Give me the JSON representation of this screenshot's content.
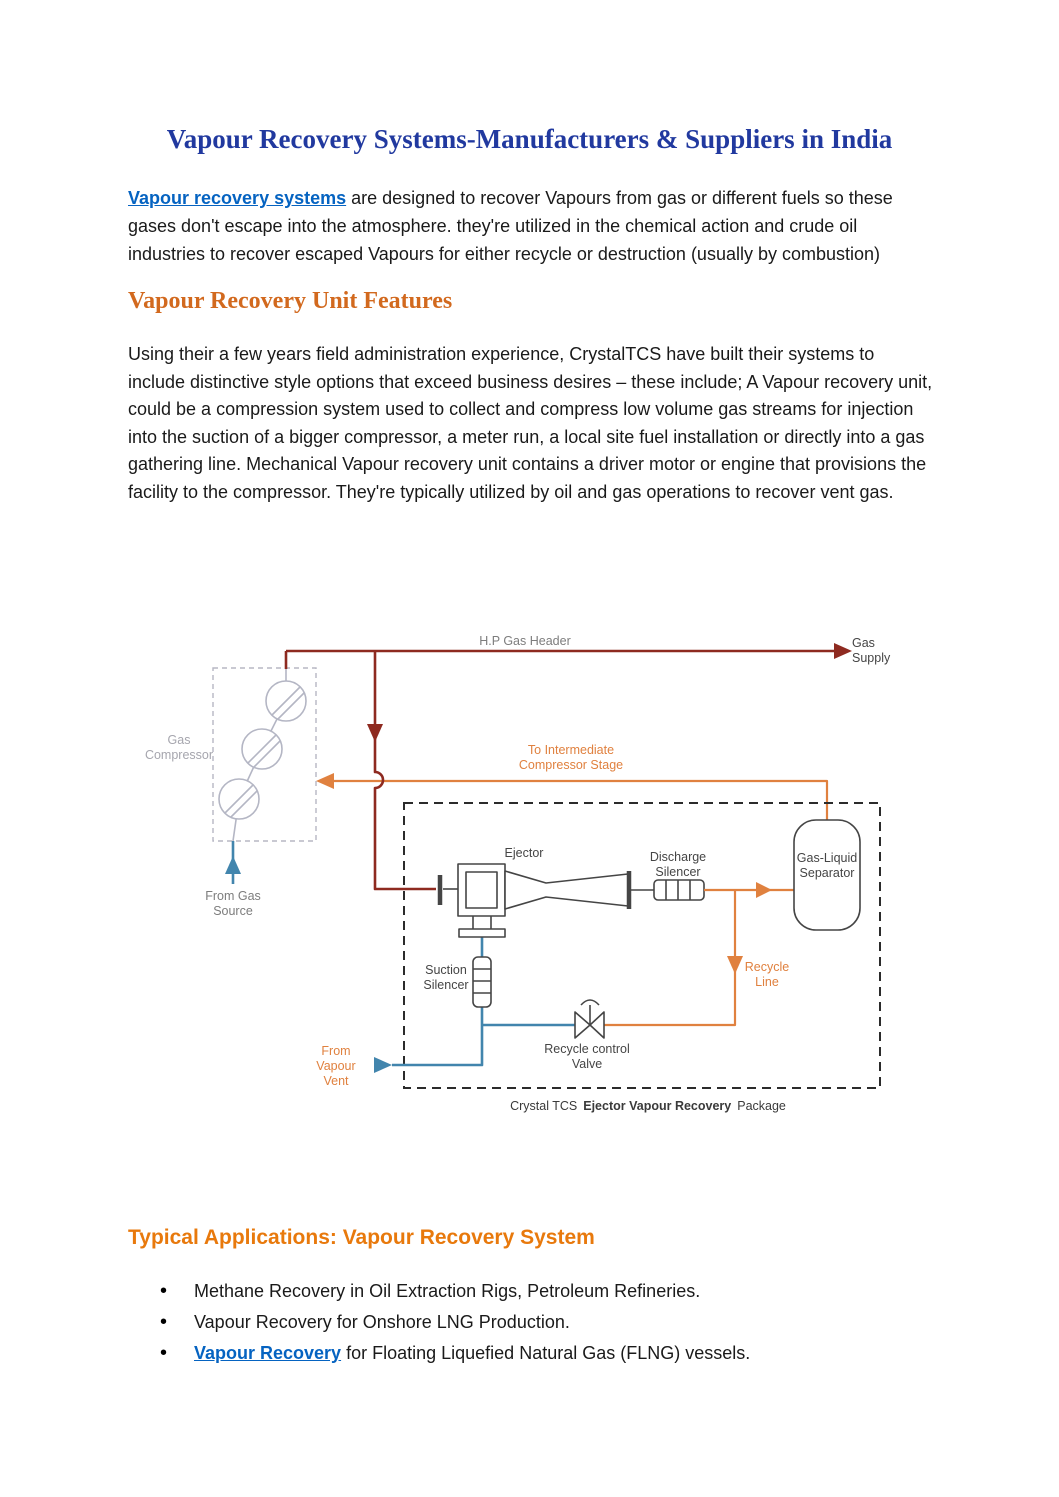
{
  "doc": {
    "title": "Vapour Recovery Systems-Manufacturers & Suppliers in India",
    "intro_link": "Vapour recovery systems",
    "intro_rest": " are designed to recover Vapours from gas or different fuels so these gases don't escape into the atmosphere. they're utilized in the chemical action and crude oil industries to recover escaped Vapours for either recycle or destruction (usually by combustion)",
    "features_heading": "Vapour Recovery Unit Features",
    "features_body": "Using their a few years field administration experience, CrystalTCS have built their systems to include distinctive style options that exceed business desires – these include; A Vapour recovery unit, could be a compression system used to collect and compress low volume gas streams for injection into the suction of a bigger compressor, a meter run, a local site fuel installation or directly into a gas gathering line. Mechanical Vapour recovery unit contains a driver motor or engine that provisions the facility to the compressor. They're typically utilized by oil and gas operations to recover vent gas.",
    "applications_heading": "Typical Applications: Vapour Recovery System",
    "bullet_1": "Methane Recovery in Oil Extraction Rigs, Petroleum Refineries.",
    "bullet_2": "Vapour Recovery for Onshore LNG Production.",
    "bullet_3_link": "Vapour Recovery",
    "bullet_3_rest": " for Floating Liquefied Natural Gas (FLNG) vessels."
  },
  "diagram": {
    "labels": {
      "hp_gas_header": "H.P Gas Header",
      "gas_supply_1": "Gas",
      "gas_supply_2": "Supply",
      "gas_compressor_1": "Gas",
      "gas_compressor_2": "Compressor",
      "from_gas_source_1": "From Gas",
      "from_gas_source_2": "Source",
      "to_intermediate_1": "To Intermediate",
      "to_intermediate_2": "Compressor Stage",
      "ejector": "Ejector",
      "discharge_silencer_1": "Discharge",
      "discharge_silencer_2": "Silencer",
      "separator_1": "Gas-Liquid",
      "separator_2": "Separator",
      "suction_silencer_1": "Suction",
      "suction_silencer_2": "Silencer",
      "recycle_line_1": "Recycle",
      "recycle_line_2": "Line",
      "recycle_valve_1": "Recycle control",
      "recycle_valve_2": "Valve",
      "from_vapour_vent_1": "From",
      "from_vapour_vent_2": "Vapour",
      "from_vapour_vent_3": "Vent",
      "caption_prefix": "Crystal TCS",
      "caption_bold": "Ejector Vapour Recovery",
      "caption_suffix": "Package"
    }
  },
  "colors": {
    "title_blue": "#21399f",
    "heading_orange": "#d2691e",
    "subheading_orange": "#e8790c",
    "link_blue": "#0563c1",
    "body_text": "#1a1a1a",
    "dark_red": "#8e2a20",
    "orange": "#e0813f",
    "pipe_blue": "#4285ad",
    "compressor_gray": "#b4b6c4",
    "label_gray": "#7d7d7d",
    "label_light_gray": "#a6a6ae",
    "label_dark": "#454545",
    "caption_dark": "#3a3a3a"
  }
}
